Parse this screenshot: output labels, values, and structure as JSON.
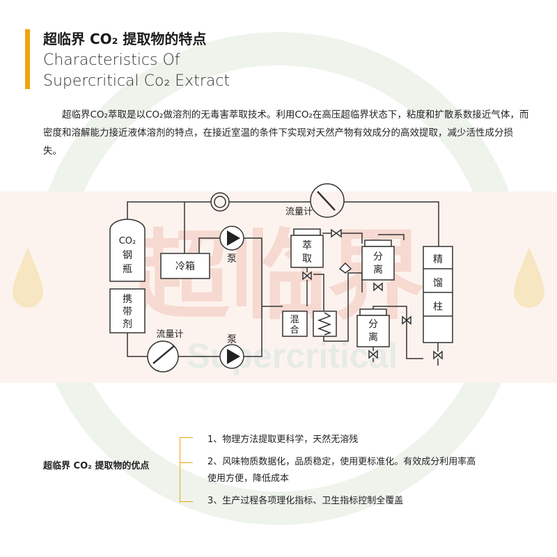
{
  "header": {
    "title_cn": "超临界 CO₂ 提取物的特点",
    "title_en_line1": "Characteristics Of",
    "title_en_line2": "Supercritical Co₂ Extract",
    "accent_color": "#f2a20e"
  },
  "intro": "超临界CO₂萃取是以CO₂做溶剂的无毒害萃取技术。利用CO₂在高压超临界状态下，粘度和扩散系数接近气体，而密度和溶解能力接近液体溶剂的特点，在接近室温的条件下实现对天然产物有效成分的高效提取，减少活性成分损失。",
  "diagram": {
    "co2_bottle_line1": "CO₂",
    "co2_bottle_line2": "钢",
    "co2_bottle_line3": "瓶",
    "entrainer_line1": "携",
    "entrainer_line2": "带",
    "entrainer_line3": "剂",
    "cooler": "冷箱",
    "pump_top": "泵",
    "pump_bottom": "泵",
    "flowmeter_top": "流量计",
    "flowmeter_bottom": "流量计",
    "extractor_line1": "萃",
    "extractor_line2": "取",
    "mixer_line1": "混",
    "mixer_line2": "合",
    "separator1_line1": "分",
    "separator1_line2": "离",
    "separator2_line1": "分",
    "separator2_line2": "离",
    "column_line1": "精",
    "column_line2": "馏",
    "column_line3": "柱"
  },
  "watermark": {
    "text_cn": "超临界",
    "text_en": "Supercritical"
  },
  "advantages": {
    "heading": "超临界 CO₂ 提取物的优点",
    "items": [
      "1、物理方法提取更科学，天然无溶残",
      "2、风味物质数据化，品质稳定，使用更标准化。有效成分利用率高",
      "使用方便，降低成本",
      "3、生产过程各项理化指标、卫生指标控制全覆盖"
    ]
  }
}
